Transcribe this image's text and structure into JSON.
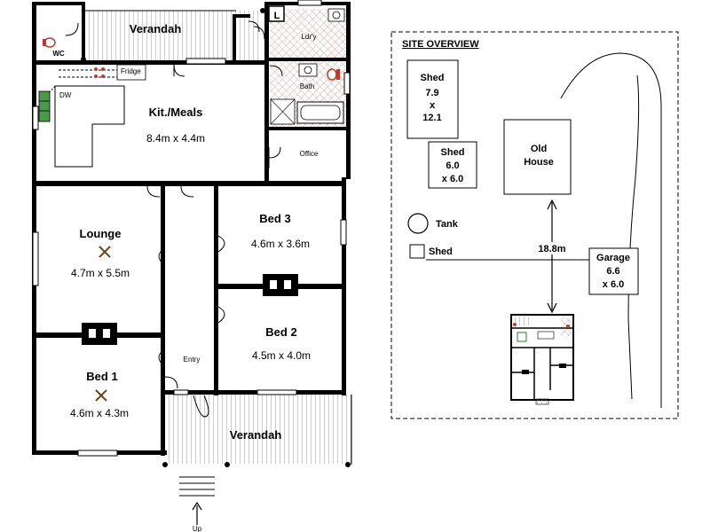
{
  "floorplan": {
    "rooms": {
      "verandah_top": "Verandah",
      "wc": "WC",
      "laundry": "Ldr'y",
      "laundry_marker": "L",
      "bath": "Bath",
      "fridge": "Fridge",
      "dw": "DW",
      "kitchen": {
        "name": "Kit./Meals",
        "dims": "8.4m x 4.4m"
      },
      "office": "Office",
      "lounge": {
        "name": "Lounge",
        "dims": "4.7m x 5.5m"
      },
      "bed3": {
        "name": "Bed 3",
        "dims": "4.6m x 3.6m"
      },
      "bed2": {
        "name": "Bed 2",
        "dims": "4.5m x 4.0m"
      },
      "bed1": {
        "name": "Bed 1",
        "dims": "4.6m x 4.3m"
      },
      "entry": "Entry",
      "verandah_bottom": "Verandah",
      "up": "Up"
    }
  },
  "site": {
    "title": "SITE OVERVIEW",
    "shed_large": {
      "l1": "Shed",
      "l2": "7.9",
      "l3": "x",
      "l4": "12.1"
    },
    "shed_medium": {
      "l1": "Shed",
      "l2": "6.0",
      "l3": "x 6.0"
    },
    "old_house": {
      "l1": "Old",
      "l2": "House"
    },
    "tank": "Tank",
    "shed_small": "Shed",
    "distance": "18.8m",
    "garage": {
      "l1": "Garage",
      "l2": "6.6",
      "l3": "x 6.0"
    }
  }
}
